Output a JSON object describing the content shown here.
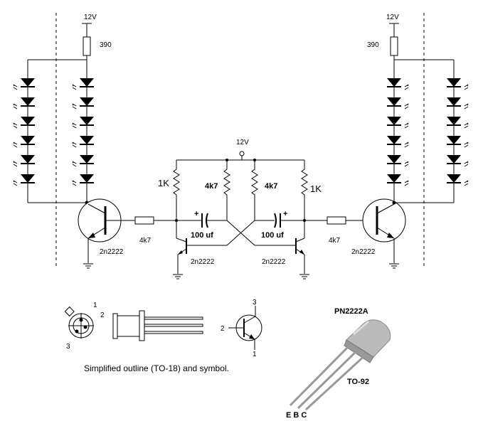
{
  "supply": {
    "left": "12V",
    "center": "12V",
    "right": "12V"
  },
  "resistors": {
    "left_led": "390",
    "right_led": "390",
    "left_base": "4k7",
    "right_base": "4k7",
    "collector_left": "1K",
    "collector_right": "1K",
    "bias_left": "4k7",
    "bias_right": "4k7"
  },
  "capacitors": {
    "left": "100 uf",
    "right": "100 uf",
    "polarity": "+"
  },
  "transistors": {
    "driver_left": "2n2222",
    "driver_right": "2n2222",
    "osc_left": "2n2222",
    "osc_right": "2n2222"
  },
  "pinout": {
    "to18_pins": [
      "1",
      "2",
      "3"
    ],
    "symbol_pins": [
      "1",
      "2",
      "3"
    ],
    "part_name": "PN2222A",
    "package": "TO-92",
    "leads": "E B C",
    "caption": "Simplified outline (TO-18) and symbol."
  }
}
